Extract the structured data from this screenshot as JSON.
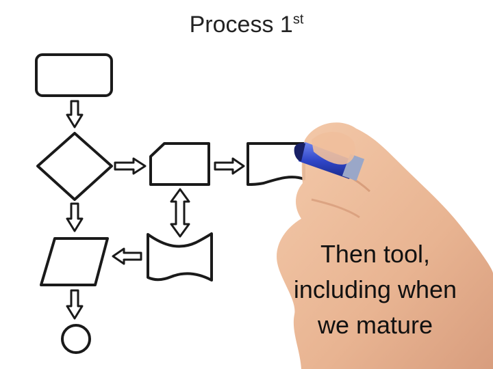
{
  "slide": {
    "title": "Process 1",
    "title_superscript": "st",
    "caption_lines": [
      "Then tool,",
      "including when",
      "we mature"
    ]
  },
  "diagram": {
    "stroke_color": "#1a1a1a",
    "shapes": [
      "process-box",
      "decision-diamond",
      "manual-input-box",
      "document-box",
      "io-parallelogram",
      "tape-wave",
      "terminator-circle"
    ]
  },
  "hand": {
    "skin_color": "#e9b593",
    "marker_color": "#2f46c8"
  }
}
